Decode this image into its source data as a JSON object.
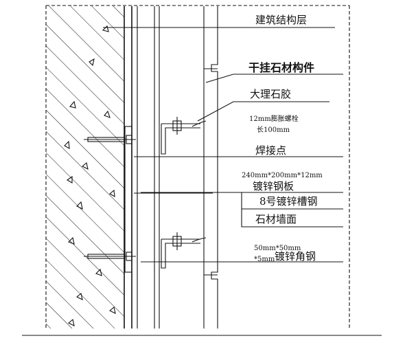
{
  "labels": {
    "structure": "建筑结构层",
    "dry_hang": "干挂石材构件",
    "marble_glue": "大理石胶",
    "bolt_line1": "12mm膨胀螺栓",
    "bolt_line2": "长100mm",
    "weld": "焊接点",
    "plate_line1": "240mm*200mm*12mm",
    "plate_line2": "镀锌钢板",
    "channel": "8号镀锌槽钢",
    "stone_face": "石材墙面",
    "angle_line1": "50mm*50mm",
    "angle_line2": "*5mm",
    "angle_line3": "镀锌角钢"
  },
  "colors": {
    "ink": "#111111",
    "paper": "#ffffff"
  }
}
